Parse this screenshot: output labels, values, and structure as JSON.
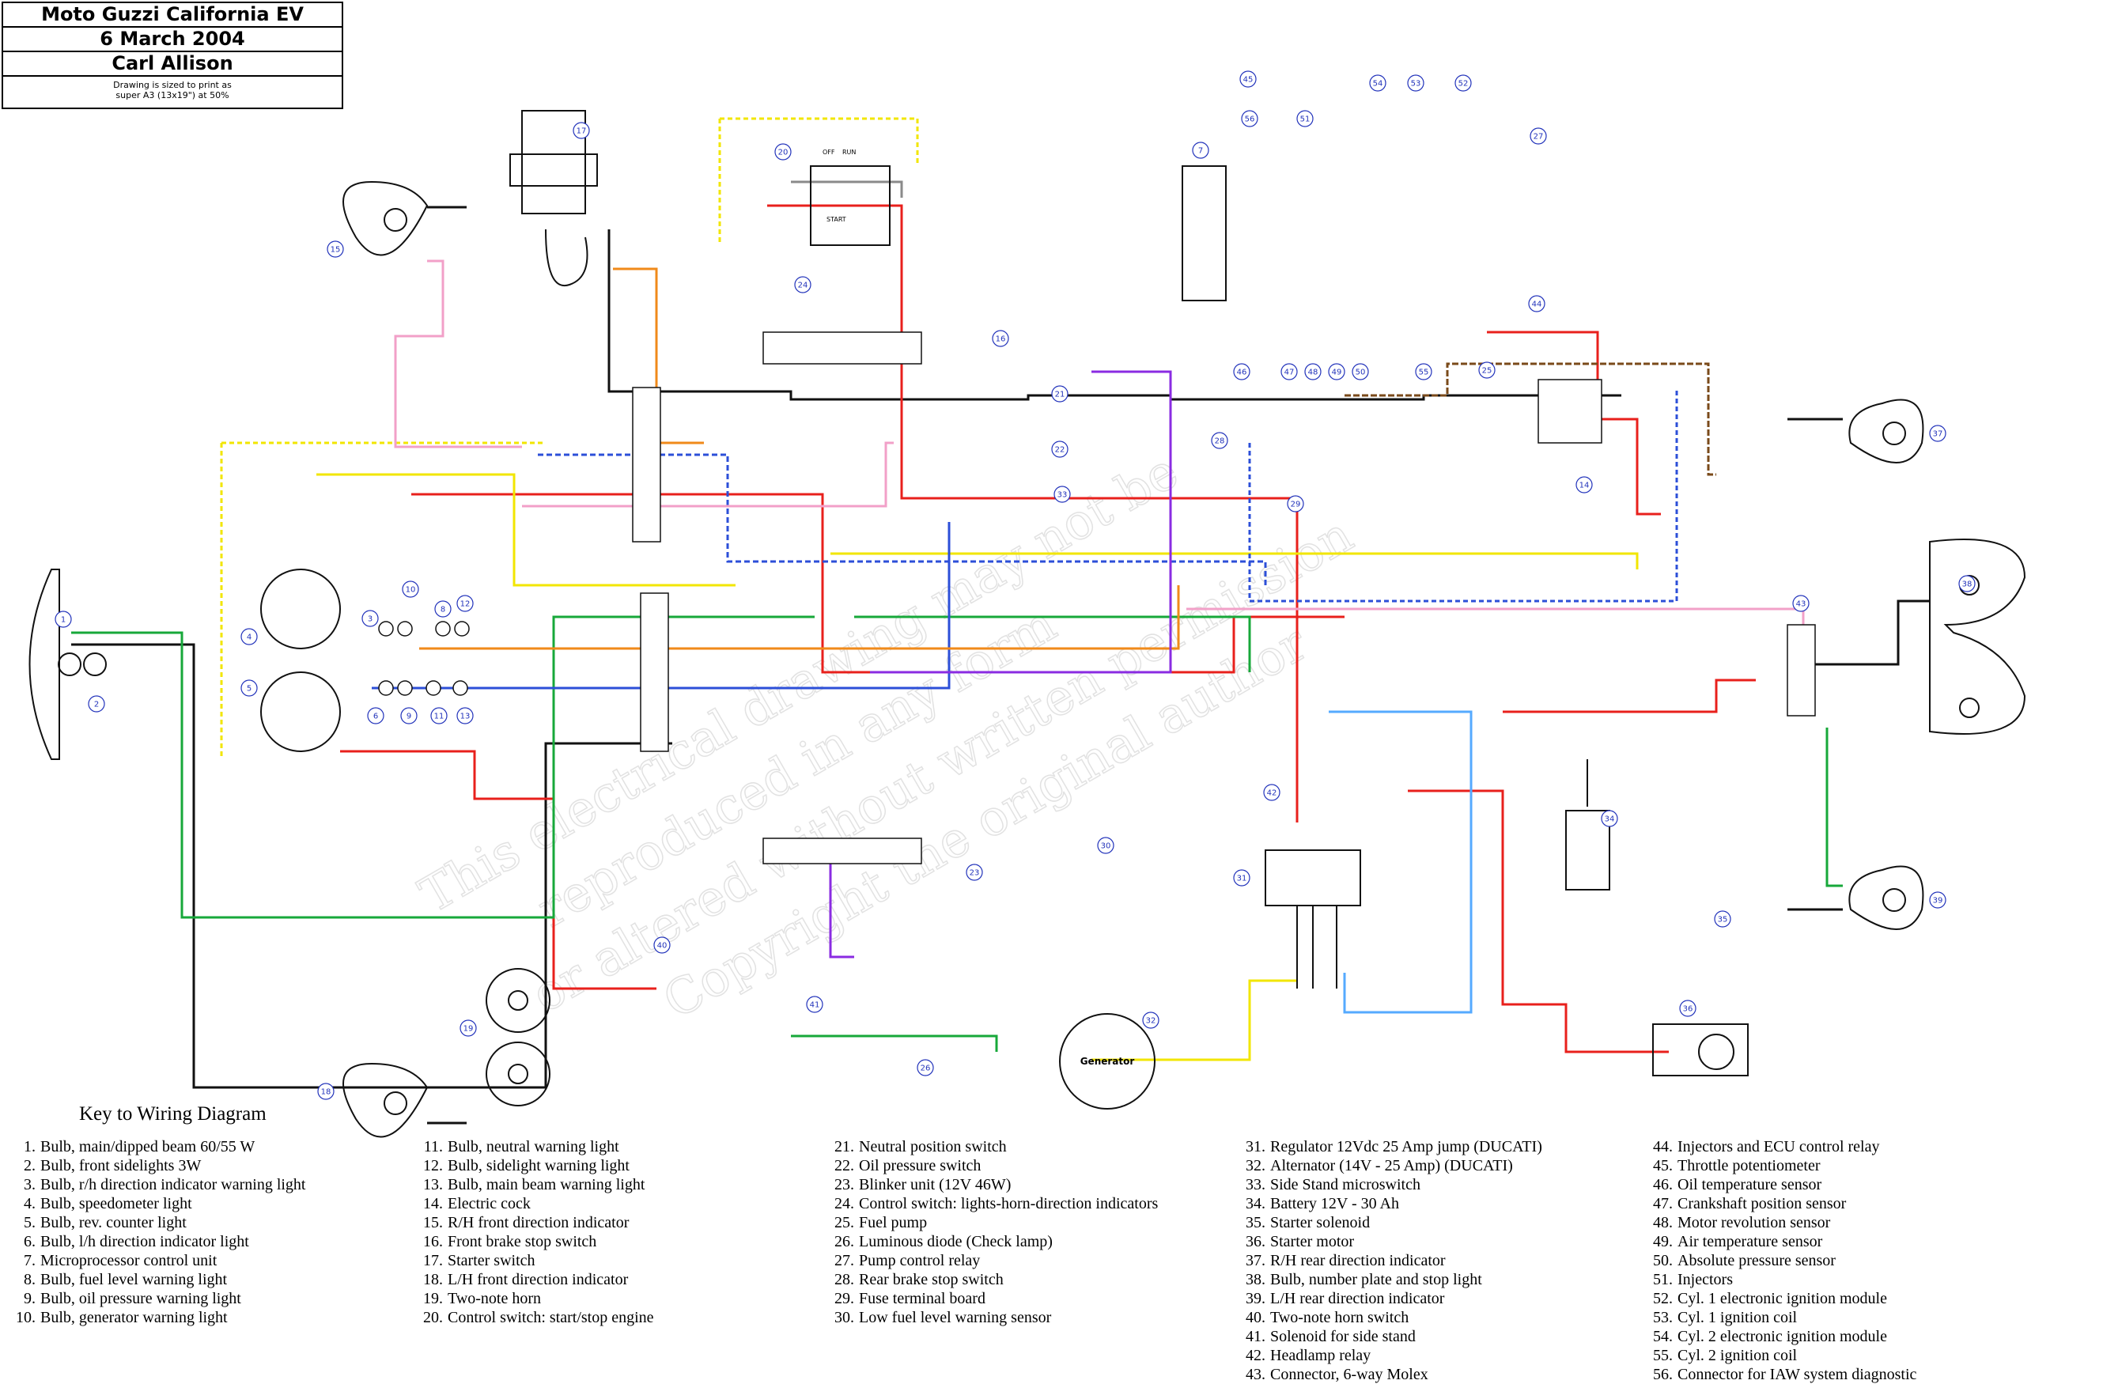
{
  "title_block": {
    "title": "Moto Guzzi California EV",
    "date": "6 March 2004",
    "author": "Carl Allison",
    "print_note_line1": "Drawing is sized to print as",
    "print_note_line2": "super A3 (13x19\") at 50%"
  },
  "key": {
    "heading": "Key to Wiring Diagram",
    "columns": [
      [
        {
          "n": "1.",
          "t": "Bulb, main/dipped beam 60/55 W"
        },
        {
          "n": "2.",
          "t": "Bulb, front sidelights 3W"
        },
        {
          "n": "3.",
          "t": "Bulb, r/h direction indicator warning light"
        },
        {
          "n": "4.",
          "t": "Bulb, speedometer light"
        },
        {
          "n": "5.",
          "t": "Bulb, rev. counter light"
        },
        {
          "n": "6.",
          "t": "Bulb, l/h direction indicator light"
        },
        {
          "n": "7.",
          "t": "Microprocessor control unit"
        },
        {
          "n": "8.",
          "t": "Bulb, fuel level warning light"
        },
        {
          "n": "9.",
          "t": "Bulb, oil pressure warning light"
        },
        {
          "n": "10.",
          "t": "Bulb, generator warning light"
        }
      ],
      [
        {
          "n": "11.",
          "t": "Bulb, neutral warning light"
        },
        {
          "n": "12.",
          "t": "Bulb, sidelight warning light"
        },
        {
          "n": "13.",
          "t": "Bulb, main beam warning light"
        },
        {
          "n": "14.",
          "t": "Electric cock"
        },
        {
          "n": "15.",
          "t": "R/H front direction indicator"
        },
        {
          "n": "16.",
          "t": "Front brake stop switch"
        },
        {
          "n": "17.",
          "t": "Starter switch"
        },
        {
          "n": "18.",
          "t": "L/H front direction indicator"
        },
        {
          "n": "19.",
          "t": "Two-note horn"
        },
        {
          "n": "20.",
          "t": "Control switch: start/stop engine"
        }
      ],
      [
        {
          "n": "21.",
          "t": "Neutral position switch"
        },
        {
          "n": "22.",
          "t": "Oil pressure switch"
        },
        {
          "n": "23.",
          "t": "Blinker unit (12V 46W)"
        },
        {
          "n": "24.",
          "t": "Control switch: lights-horn-direction indicators"
        },
        {
          "n": "25.",
          "t": "Fuel pump"
        },
        {
          "n": "26.",
          "t": "Luminous diode (Check lamp)"
        },
        {
          "n": "27.",
          "t": "Pump control relay"
        },
        {
          "n": "28.",
          "t": "Rear brake stop switch"
        },
        {
          "n": "29.",
          "t": "Fuse terminal board"
        },
        {
          "n": "30.",
          "t": "Low fuel level warning sensor"
        }
      ],
      [
        {
          "n": "31.",
          "t": "Regulator 12Vdc 25 Amp jump (DUCATI)"
        },
        {
          "n": "32.",
          "t": "Alternator (14V - 25 Amp) (DUCATI)"
        },
        {
          "n": "33.",
          "t": "Side Stand microswitch"
        },
        {
          "n": "34.",
          "t": "Battery 12V - 30 Ah"
        },
        {
          "n": "35.",
          "t": "Starter solenoid"
        },
        {
          "n": "36.",
          "t": "Starter motor"
        },
        {
          "n": "37.",
          "t": "R/H rear direction indicator"
        },
        {
          "n": "38.",
          "t": "Bulb, number plate and stop light"
        },
        {
          "n": "39.",
          "t": "L/H rear direction indicator"
        },
        {
          "n": "40.",
          "t": "Two-note horn switch"
        },
        {
          "n": "41.",
          "t": "Solenoid for side stand"
        },
        {
          "n": "42.",
          "t": "Headlamp relay"
        },
        {
          "n": "43.",
          "t": "Connector, 6-way Molex"
        }
      ],
      [
        {
          "n": "44.",
          "t": "Injectors and ECU control relay"
        },
        {
          "n": "45.",
          "t": "Throttle potentiometer"
        },
        {
          "n": "46.",
          "t": "Oil temperature sensor"
        },
        {
          "n": "47.",
          "t": "Crankshaft position sensor"
        },
        {
          "n": "48.",
          "t": "Motor revolution sensor"
        },
        {
          "n": "49.",
          "t": "Air temperature sensor"
        },
        {
          "n": "50.",
          "t": "Absolute pressure sensor"
        },
        {
          "n": "51.",
          "t": "Injectors"
        },
        {
          "n": "52.",
          "t": "Cyl. 1 electronic ignition module"
        },
        {
          "n": "53.",
          "t": "Cyl. 1 ignition coil"
        },
        {
          "n": "54.",
          "t": "Cyl. 2 electronic ignition module"
        },
        {
          "n": "55.",
          "t": "Cyl. 2 ignition coil"
        },
        {
          "n": "56.",
          "t": "Connector for IAW system diagnostic"
        }
      ]
    ]
  },
  "diagram": {
    "generator_label": "Generator",
    "switch_off_label": "OFF",
    "switch_run_label": "RUN",
    "switch_start_label": "START",
    "watermark_line1": "This electrical drawing may not be",
    "watermark_line2": "reproduced in any form",
    "watermark_line3": "or altered without written permission",
    "watermark_line4": "Copyright the original author",
    "callouts": [
      "1",
      "2",
      "3",
      "4",
      "5",
      "6",
      "7",
      "8",
      "9",
      "10",
      "11",
      "12",
      "13",
      "14",
      "15",
      "16",
      "17",
      "18",
      "19",
      "20",
      "21",
      "22",
      "23",
      "24",
      "25",
      "26",
      "27",
      "28",
      "29",
      "30",
      "31",
      "32",
      "33",
      "34",
      "35",
      "36",
      "37",
      "38",
      "39",
      "40",
      "41",
      "42",
      "43",
      "44",
      "45",
      "46",
      "47",
      "48",
      "49",
      "50",
      "51",
      "52",
      "53",
      "54",
      "55",
      "56"
    ],
    "wire_colors": {
      "red": "#e8201c",
      "green": "#17a83a",
      "yellow": "#f2e600",
      "blue": "#2c4fd8",
      "light_blue": "#55aaff",
      "black": "#111111",
      "pink": "#f2a0c8",
      "orange": "#f08a1a",
      "purple": "#8a2be2",
      "brown": "#7a4a1a",
      "grey": "#8a8a8a",
      "white": "#ffffff"
    }
  }
}
